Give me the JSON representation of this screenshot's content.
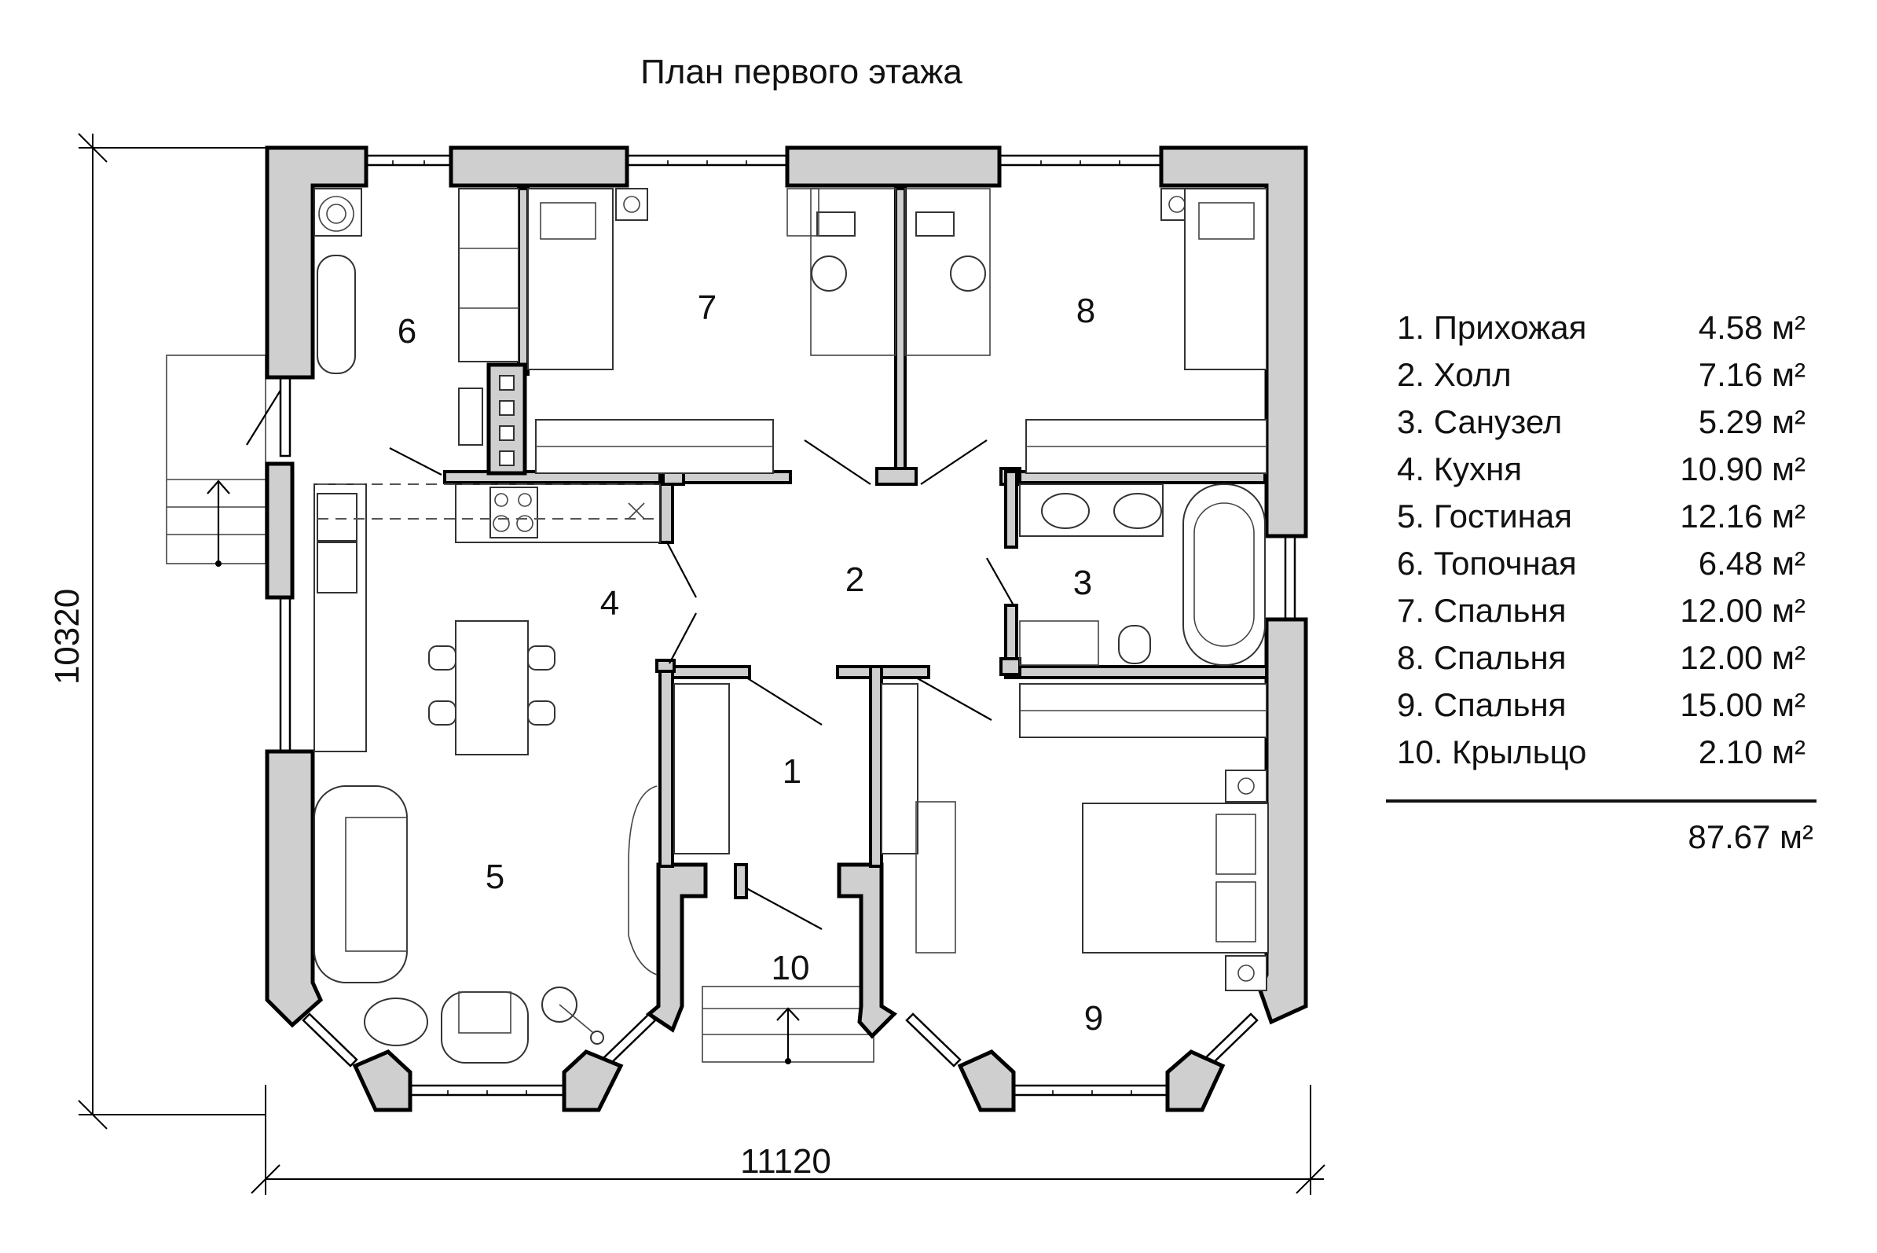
{
  "title": "План первого этажа",
  "dimensions": {
    "width": "11120",
    "height": "10320"
  },
  "rooms": [
    {
      "number": "1",
      "name": "1. Прихожая",
      "area": "4.58 м²"
    },
    {
      "number": "2",
      "name": "2. Холл",
      "area": "7.16 м²"
    },
    {
      "number": "3",
      "name": "3. Санузел",
      "area": "5.29 м²"
    },
    {
      "number": "4",
      "name": "4. Кухня",
      "area": "10.90 м²"
    },
    {
      "number": "5",
      "name": "5. Гостиная",
      "area": "12.16 м²"
    },
    {
      "number": "6",
      "name": "6. Топочная",
      "area": "6.48 м²"
    },
    {
      "number": "7",
      "name": "7. Спальня",
      "area": "12.00 м²"
    },
    {
      "number": "8",
      "name": "8. Спальня",
      "area": "12.00 м²"
    },
    {
      "number": "9",
      "name": "9. Спальня",
      "area": "15.00 м²"
    },
    {
      "number": "10",
      "name": "10. Крыльцо",
      "area": "2.10 м²"
    }
  ],
  "total_area": "87.67 м²"
}
